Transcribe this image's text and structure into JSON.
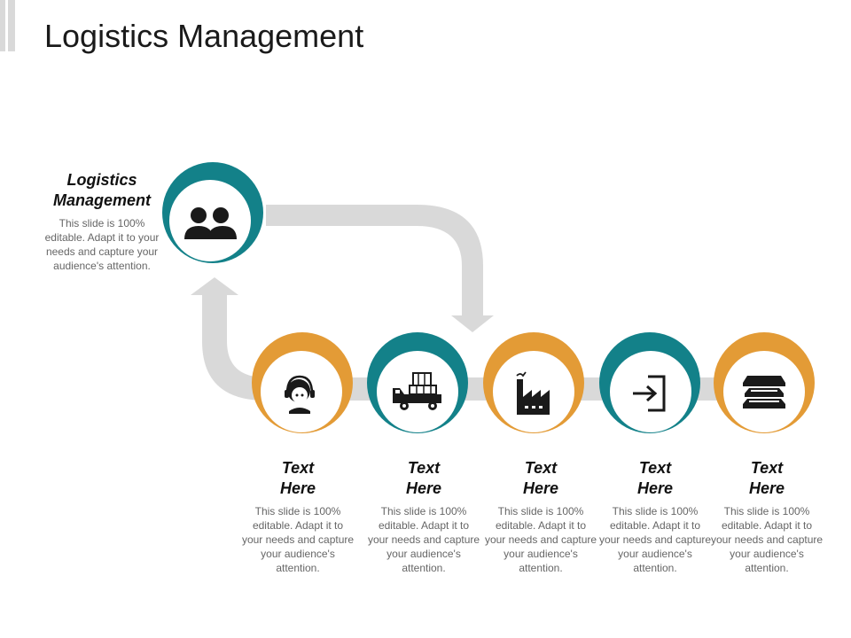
{
  "slide": {
    "title": "Logistics Management"
  },
  "colors": {
    "teal": "#138189",
    "orange": "#e39b36",
    "connector": "#d9d9d9",
    "icon": "#1a1a1a"
  },
  "hub": {
    "heading_line1": "Logistics",
    "heading_line2": "Management",
    "body": "This slide is 100% editable. Adapt it to your needs and capture your audience's attention.",
    "icon": "people-icon",
    "color": "teal"
  },
  "steps": [
    {
      "heading_line1": "Text",
      "heading_line2": "Here",
      "body": "This slide is 100% editable. Adapt it to your needs and capture your audience's attention.",
      "icon": "headset-support-icon",
      "color": "orange"
    },
    {
      "heading_line1": "Text",
      "heading_line2": "Here",
      "body": "This slide is 100% editable. Adapt it to your needs and capture your audience's attention.",
      "icon": "cargo-truck-icon",
      "color": "teal"
    },
    {
      "heading_line1": "Text",
      "heading_line2": "Here",
      "body": "This slide is 100% editable. Adapt it to your needs and capture your audience's attention.",
      "icon": "factory-icon",
      "color": "orange"
    },
    {
      "heading_line1": "Text",
      "heading_line2": "Here",
      "body": "This slide is 100% editable. Adapt it to your needs and capture your audience's attention.",
      "icon": "sign-in-icon",
      "color": "teal"
    },
    {
      "heading_line1": "Text",
      "heading_line2": "Here",
      "body": "This slide is 100% editable. Adapt it to your needs and capture your audience's attention.",
      "icon": "stacked-trays-icon",
      "color": "orange"
    }
  ]
}
